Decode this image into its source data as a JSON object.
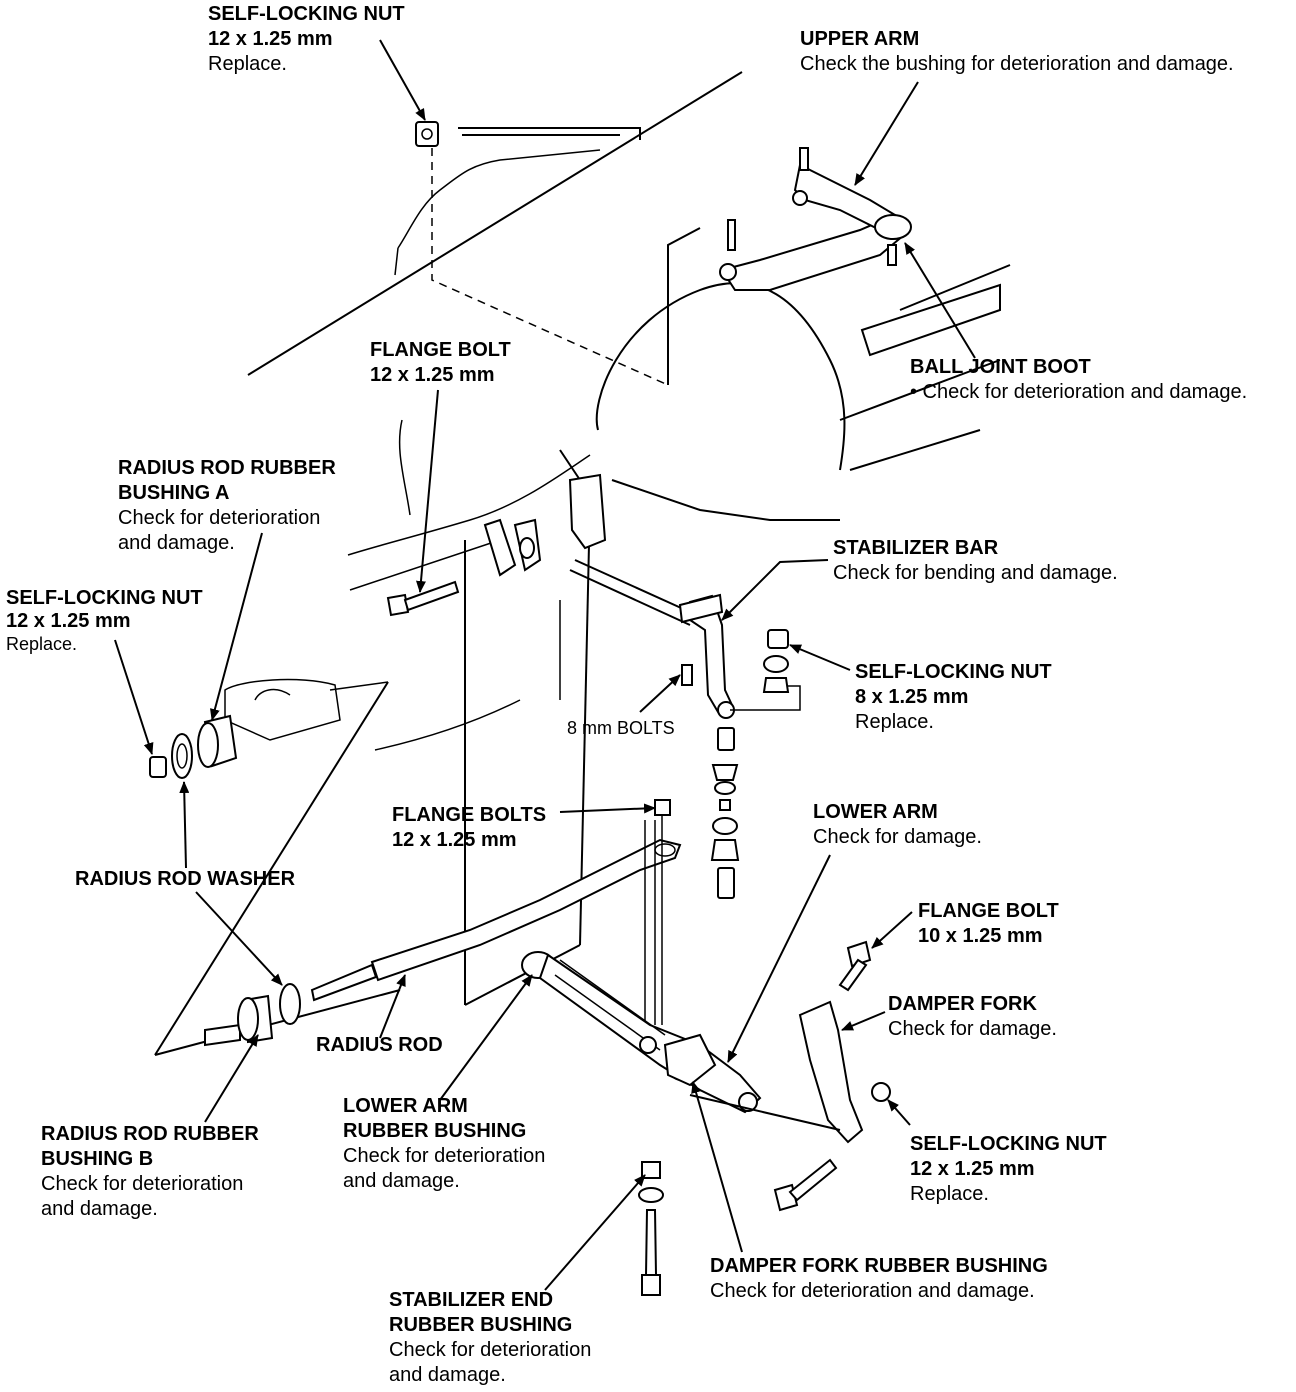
{
  "labels": {
    "nut_top": {
      "title": "SELF-LOCKING NUT",
      "size": "12 x 1.25 mm",
      "note": "Replace."
    },
    "upper_arm": {
      "title": "UPPER ARM",
      "note": "Check the bushing for deterioration and damage."
    },
    "flange_bolt_top": {
      "title": "FLANGE BOLT",
      "size": "12 x 1.25 mm"
    },
    "ball_joint_boot": {
      "title": "BALL JOINT BOOT",
      "note": "• Check for deterioration and damage."
    },
    "rr_bushing_a": {
      "title1": "RADIUS ROD RUBBER",
      "title2": "BUSHING A",
      "note1": "Check for deterioration",
      "note2": "and damage."
    },
    "stabilizer_bar": {
      "title": "STABILIZER BAR",
      "note": "Check for bending and damage."
    },
    "nut_left": {
      "title": "SELF-LOCKING NUT",
      "size": "12 x 1.25 mm",
      "note": "Replace."
    },
    "nut_8mm": {
      "title": "SELF-LOCKING NUT",
      "size": "8 x 1.25 mm",
      "note": "Replace."
    },
    "bolts_8mm": {
      "text": "8 mm BOLTS"
    },
    "flange_bolts": {
      "title": "FLANGE BOLTS",
      "size": "12 x 1.25 mm"
    },
    "lower_arm": {
      "title": "LOWER ARM",
      "note": "Check for damage."
    },
    "rr_washer": {
      "title": "RADIUS ROD WASHER"
    },
    "flange_bolt_10": {
      "title": "FLANGE BOLT",
      "size": "10 x 1.25 mm"
    },
    "damper_fork": {
      "title": "DAMPER FORK",
      "note": "Check for damage."
    },
    "radius_rod": {
      "title": "RADIUS ROD"
    },
    "lower_arm_bushing": {
      "title1": "LOWER ARM",
      "title2": "RUBBER BUSHING",
      "note1": "Check for deterioration",
      "note2": "and damage."
    },
    "nut_right": {
      "title": "SELF-LOCKING NUT",
      "size": "12 x 1.25 mm",
      "note": "Replace."
    },
    "rr_bushing_b": {
      "title1": "RADIUS ROD RUBBER",
      "title2": "BUSHING B",
      "note1": "Check for deterioration",
      "note2": "and damage."
    },
    "damper_fork_bushing": {
      "title": "DAMPER FORK RUBBER BUSHING",
      "note": "Check for deterioration and damage."
    },
    "stab_end_bushing": {
      "title1": "STABILIZER END",
      "title2": "RUBBER BUSHING",
      "note1": "Check for deterioration",
      "note2": "and damage."
    }
  }
}
